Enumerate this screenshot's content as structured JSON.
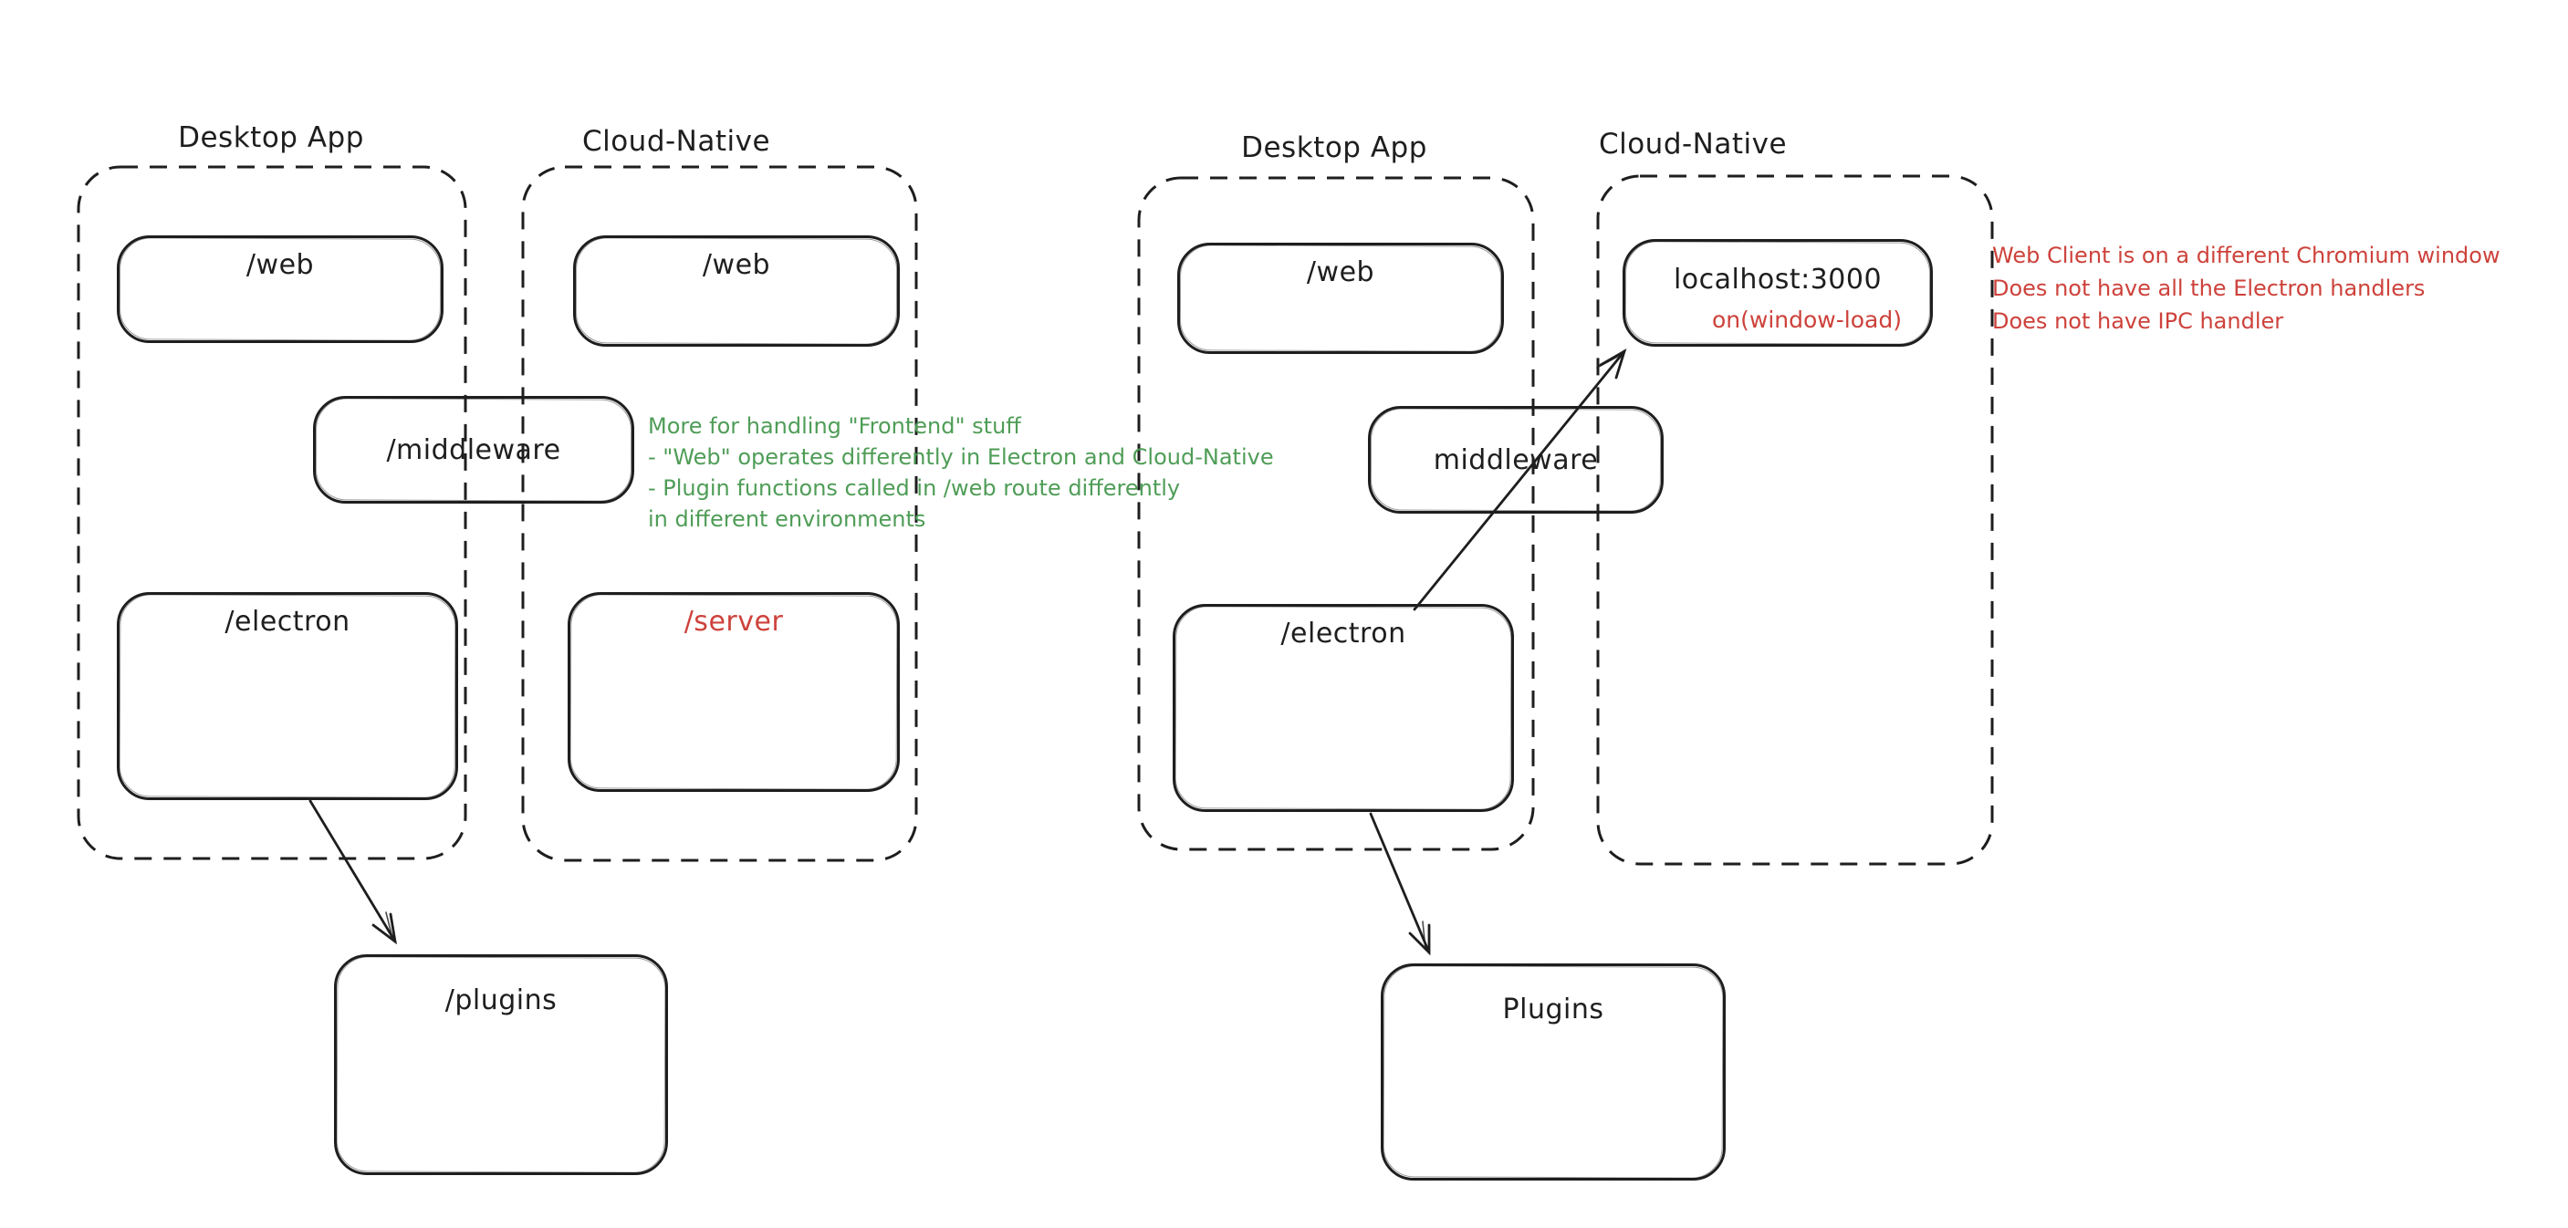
{
  "colors": {
    "canvas": "#ffffff",
    "ink": "#1e1e1e",
    "red": "#cd423b",
    "green": "#4f9d57"
  },
  "left_diagram": {
    "desktop_group_title": "Desktop App",
    "cloud_group_title": "Cloud-Native",
    "desktop_web_box": "/web",
    "cloud_web_box": "/web",
    "middleware_box": "/middleware",
    "electron_box": "/electron",
    "server_box": "/server",
    "plugins_box": "/plugins",
    "note": {
      "line1": "More for handling \"Frontend\" stuff",
      "line2": "- \"Web\" operates differently in Electron and Cloud-Native",
      "line3": "- Plugin functions called in /web route differently",
      "line4": "in different environments"
    }
  },
  "right_diagram": {
    "desktop_group_title": "Desktop App",
    "cloud_group_title": "Cloud-Native",
    "desktop_web_box": "/web",
    "localhost_box_title": "localhost:3000",
    "localhost_box_event": "on(window-load)",
    "middleware_box": "middleware",
    "electron_box": "/electron",
    "plugins_box": "Plugins",
    "note": {
      "line1": "Web Client is on a different Chromium window",
      "line2": "Does not have all the Electron handlers",
      "line3": "Does not have IPC handler"
    }
  }
}
